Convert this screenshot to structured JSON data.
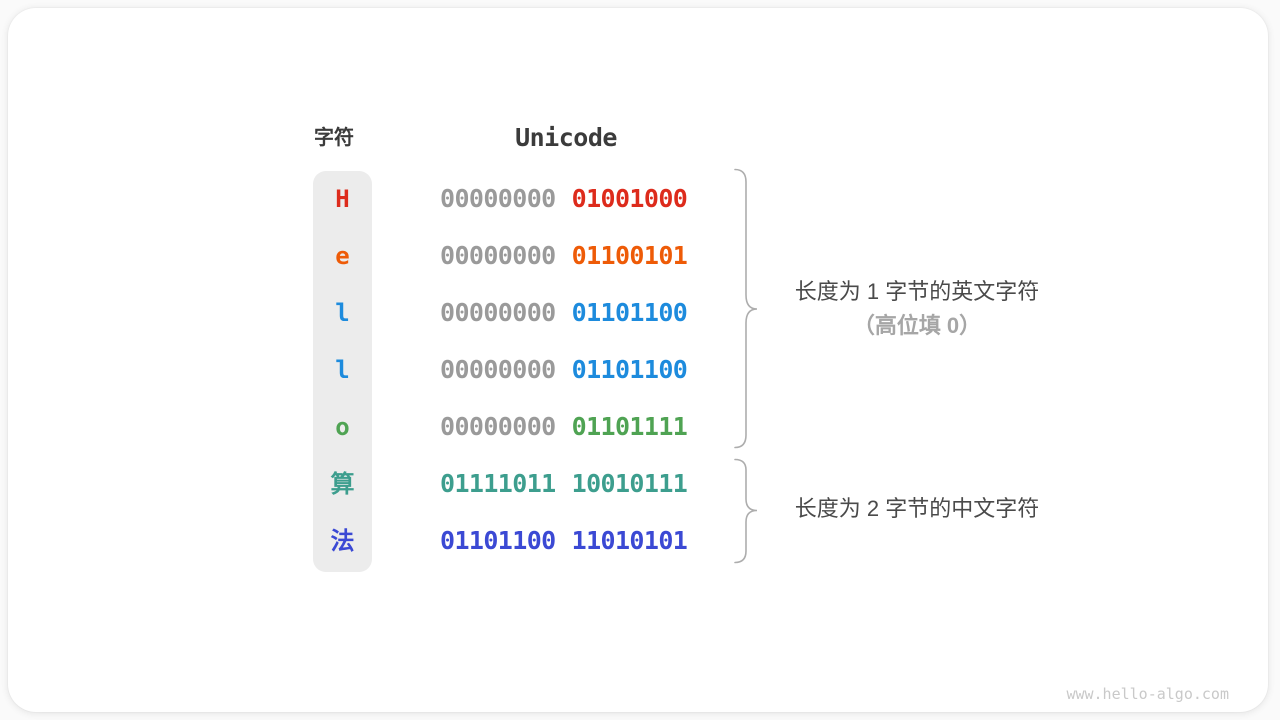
{
  "palette": {
    "page_bg": "#fafafa",
    "card_bg": "#ffffff",
    "column_bg": "#ececec",
    "header_text": "#3b3b3b",
    "annotation_text": "#4a4a4a",
    "annotation_muted": "#a6a6a6",
    "brace": "#adadad",
    "watermark": "#c9c9c9",
    "byte_muted": "#9a9a9a",
    "red": "#dd2b1c",
    "orange": "#ee5b07",
    "blue": "#1d8bdd",
    "green": "#4fa353",
    "teal": "#3d9e8e",
    "indigo": "#3b49d4"
  },
  "table": {
    "char_header": "字符",
    "code_header": "Unicode",
    "rows": [
      {
        "char": "H",
        "color": "#dd2b1c",
        "byte1": "00000000",
        "byte1_color": "#9a9a9a",
        "byte2": "01001000",
        "byte2_color": "#dd2b1c"
      },
      {
        "char": "e",
        "color": "#ee5b07",
        "byte1": "00000000",
        "byte1_color": "#9a9a9a",
        "byte2": "01100101",
        "byte2_color": "#ee5b07"
      },
      {
        "char": "l",
        "color": "#1d8bdd",
        "byte1": "00000000",
        "byte1_color": "#9a9a9a",
        "byte2": "01101100",
        "byte2_color": "#1d8bdd"
      },
      {
        "char": "l",
        "color": "#1d8bdd",
        "byte1": "00000000",
        "byte1_color": "#9a9a9a",
        "byte2": "01101100",
        "byte2_color": "#1d8bdd"
      },
      {
        "char": "o",
        "color": "#4fa353",
        "byte1": "00000000",
        "byte1_color": "#9a9a9a",
        "byte2": "01101111",
        "byte2_color": "#4fa353"
      },
      {
        "char": "算",
        "color": "#3d9e8e",
        "byte1": "01111011",
        "byte1_color": "#3d9e8e",
        "byte2": "10010111",
        "byte2_color": "#3d9e8e"
      },
      {
        "char": "法",
        "color": "#3b49d4",
        "byte1": "01101100",
        "byte1_color": "#3b49d4",
        "byte2": "11010101",
        "byte2_color": "#3b49d4"
      }
    ]
  },
  "annotations": {
    "group1_line1": "长度为 1 字节的英文字符",
    "group1_line2": "（高位填 0）",
    "group2_line1": "长度为 2 字节的中文字符"
  },
  "watermark": "www.hello-algo.com"
}
